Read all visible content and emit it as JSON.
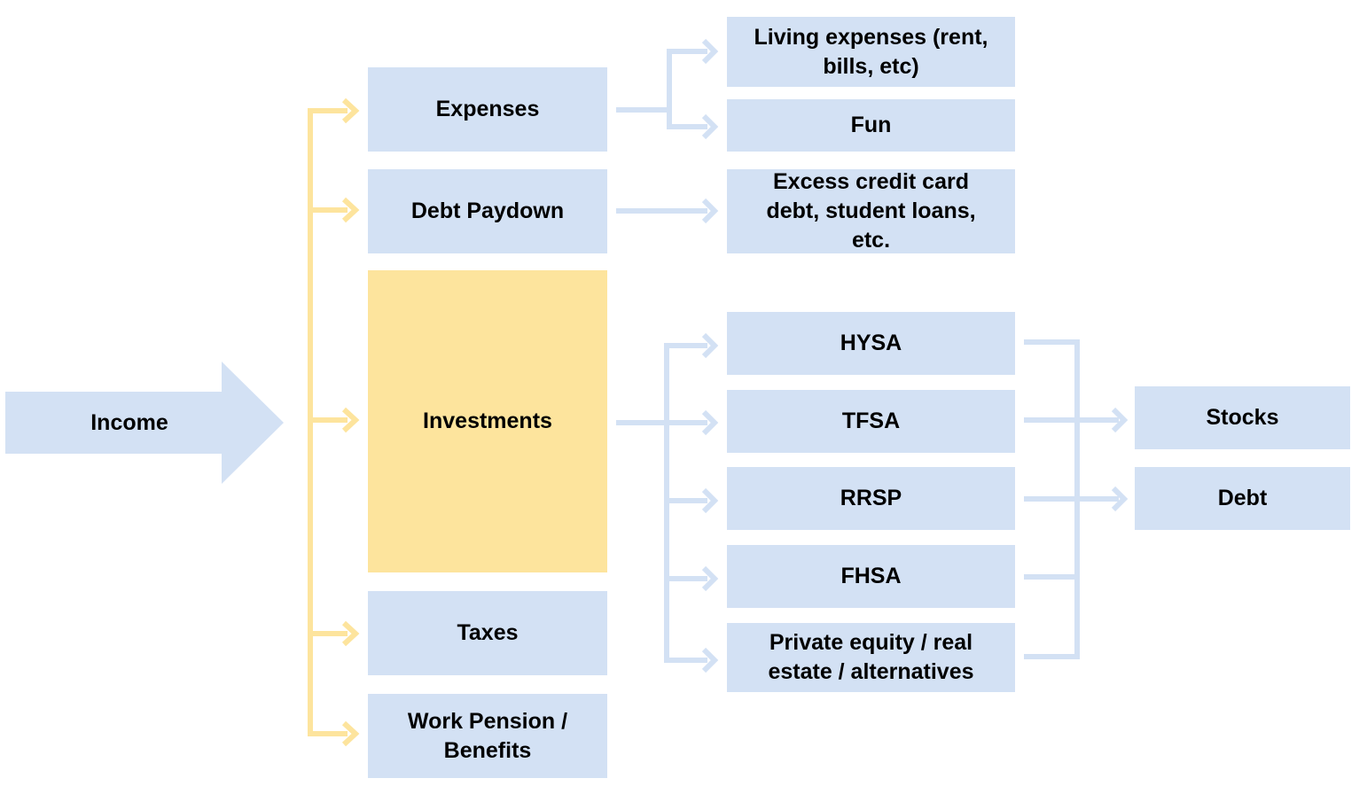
{
  "colors": {
    "box_blue": "#d3e1f4",
    "box_yellow": "#fde49d",
    "connector_blue": "#d3e1f4",
    "connector_yellow": "#fde49d"
  },
  "income": {
    "label": "Income"
  },
  "categories": {
    "expenses": "Expenses",
    "debt_paydown": "Debt Paydown",
    "investments": "Investments",
    "taxes": "Taxes",
    "work_pension": "Work Pension / Benefits"
  },
  "expense_items": {
    "living": "Living expenses (rent, bills, etc)",
    "fun": "Fun"
  },
  "debt_items": {
    "excess": "Excess credit card debt, student loans, etc."
  },
  "accounts": {
    "hysa": "HYSA",
    "tfsa": "TFSA",
    "rrsp": "RRSP",
    "fhsa": "FHSA",
    "private": "Private equity / real estate / alternatives"
  },
  "holdings": {
    "stocks": "Stocks",
    "debt": "Debt"
  }
}
